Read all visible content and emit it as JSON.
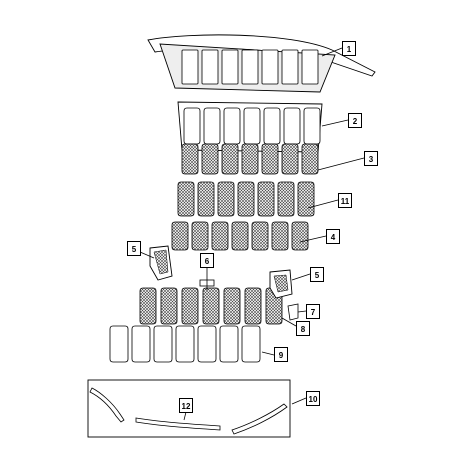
{
  "callouts": [
    {
      "id": "c1",
      "label": "1"
    },
    {
      "id": "c2",
      "label": "2"
    },
    {
      "id": "c3",
      "label": "3"
    },
    {
      "id": "c11",
      "label": "11"
    },
    {
      "id": "c4",
      "label": "4"
    },
    {
      "id": "c5a",
      "label": "5"
    },
    {
      "id": "c6",
      "label": "6"
    },
    {
      "id": "c5b",
      "label": "5"
    },
    {
      "id": "c7",
      "label": "7"
    },
    {
      "id": "c8",
      "label": "8"
    },
    {
      "id": "c9",
      "label": "9"
    },
    {
      "id": "c10",
      "label": "10"
    },
    {
      "id": "c12",
      "label": "12"
    }
  ],
  "colors": {
    "line": "#000000",
    "mesh": "#555555",
    "fill": "#ffffff",
    "shade": "#bbbbbb"
  }
}
